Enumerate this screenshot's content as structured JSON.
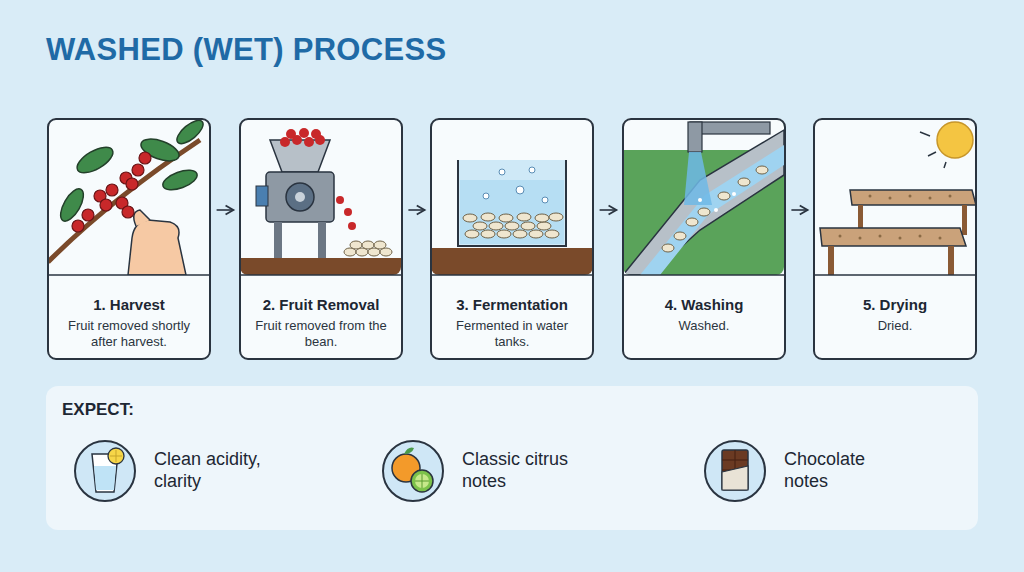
{
  "diagram": {
    "title": "WASHED (WET) PROCESS",
    "nodes": [
      {
        "text": [
          "1. Harvest",
          "Fruit removed shortly after harvest."
        ]
      },
      {
        "text": [
          "2. Fruit Removal",
          "Fruit removed from the bean."
        ]
      },
      {
        "text": [
          "3. Fermentation",
          "Fermented in water tanks."
        ]
      },
      {
        "text": [
          "4. Washing",
          "Washed."
        ]
      },
      {
        "text": [
          "5. Drying",
          "Dried."
        ]
      },
      {
        "text": [
          "EXPECT:"
        ]
      },
      {
        "text": [
          "Clean acidity, clarity"
        ],
        "in": 5
      },
      {
        "text": [
          "Classic citrus notes"
        ],
        "in": 5
      },
      {
        "text": [
          "Chocolate notes"
        ],
        "in": 5
      }
    ],
    "edges": [
      {
        "from": 0,
        "to": 1,
        "arrow": "to"
      },
      {
        "from": 1,
        "to": 2,
        "arrow": "to"
      },
      {
        "from": 2,
        "to": 3,
        "arrow": "to"
      },
      {
        "from": 3,
        "to": 4,
        "arrow": "to"
      }
    ]
  }
}
